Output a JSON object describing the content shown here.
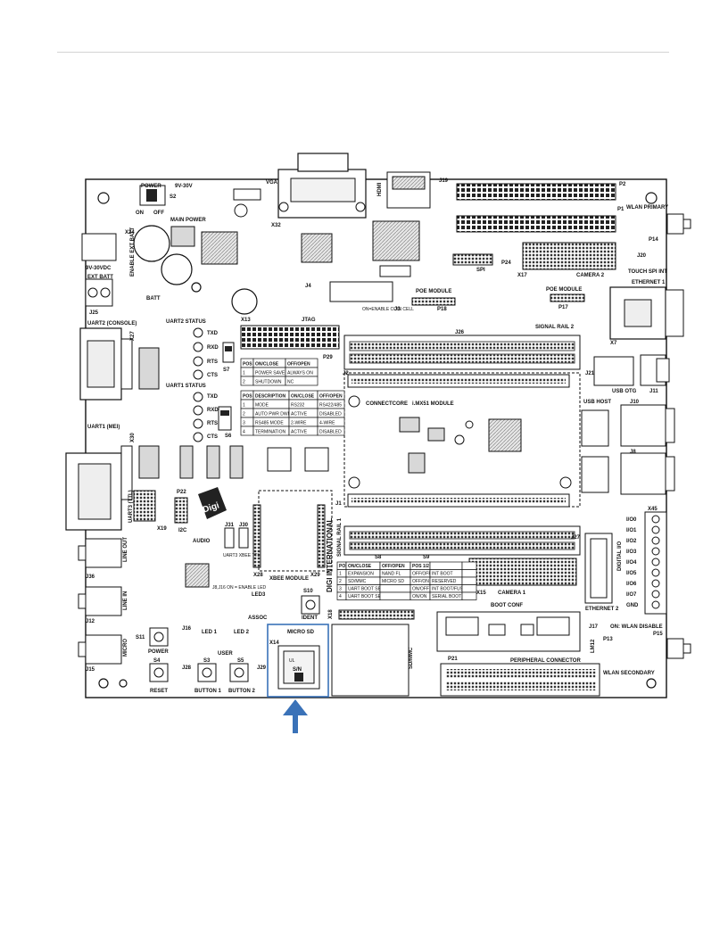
{
  "colors": {
    "board_outline": "#111111",
    "highlight": "#3a72b8",
    "arrow": "#3a72b8",
    "component_fill": "#d8d8d8",
    "slot_fill": "#cfcfcf"
  },
  "callout": {
    "target": "micro-sd-slot",
    "arrow_direction": "up"
  },
  "labels": {
    "power": "POWER",
    "s2": "S2",
    "v9_30": "9V-30V",
    "on": "ON",
    "off": "OFF",
    "main_power": "MAIN POWER",
    "vga": "VGA",
    "hdmi": "HDMI",
    "j19": "J19",
    "p2": "P2",
    "p1": "P1",
    "wlan_primary": "WLAN PRIMARY",
    "p14": "P14",
    "j20": "J20",
    "touch_spi_int": "TOUCH SPI INT",
    "camera2": "CAMERA 2",
    "spi": "SPI",
    "p24": "P24",
    "x17": "X17",
    "x32": "X32",
    "x24": "X24",
    "enable_ext_batt": "ENABLE EXT BATT",
    "v9_30vdc": "9V-30VDC",
    "ext_batt": "EXT BATT",
    "batt": "BATT",
    "j25": "J25",
    "poe_module_left": "POE MODULE",
    "p18": "P18",
    "poe_module_right": "POE MODULE",
    "p17": "P17",
    "ethernet1": "ETHERNET 1",
    "x7": "X7",
    "on_enable_coin_cell": "ON=ENABLE COIN CELL",
    "j3": "J3",
    "jtag": "JTAG",
    "x13": "X13",
    "j4": "J4",
    "j26": "J26",
    "signal_rail_2": "SIGNAL RAIL 2",
    "uart2_console": "UART2 (CONSOLE)",
    "uart2_status": "UART2 STATUS",
    "x27": "X27",
    "txd": "TXD",
    "rxd": "RXD",
    "rts": "RTS",
    "cts": "CTS",
    "s7": "S7",
    "uart1_status": "UART1 STATUS",
    "uart1_mei": "UART1 (MEI)",
    "x30": "X30",
    "s6": "S6",
    "p29": "P29",
    "connectcore": "CONNECTCORE",
    "imx51_module": "i.MX51 MODULE",
    "j2": "J2",
    "j21": "J21",
    "usb_otg": "USB OTG",
    "j11": "J11",
    "usb_host": "USB HOST",
    "j10": "J10",
    "j8": "J8",
    "uart3_ttl": "UART3 (TTL)",
    "x19": "X19",
    "p22": "P22",
    "i2c": "I2C",
    "digi": "Digi",
    "audio": "AUDIO",
    "j31": "J31",
    "j30": "J30",
    "uart3_xbee_ttl": "UART3 XBEE TTL",
    "x28": "X28",
    "xbee_module": "XBEE MODULE",
    "x29": "X29",
    "digi_international": "DIGI INTERNATIONAL",
    "signal_rail_1": "SIGNAL RAIL 1",
    "j1": "J1",
    "j27": "J27",
    "ethernet2": "ETHERNET 2",
    "x45": "X45",
    "digital_io": "DIGITAL I/O",
    "io0": "I/O0",
    "io1": "I/O1",
    "io2": "I/O2",
    "io3": "I/O3",
    "io4": "I/O4",
    "io5": "I/O5",
    "io6": "I/O6",
    "io7": "I/O7",
    "gnd": "GND",
    "j36": "J36",
    "line_out": "LINE OUT",
    "line_in": "LINE IN",
    "j12": "J12",
    "micro": "MICRO",
    "j15": "J15",
    "s11": "S11",
    "power_btn": "POWER",
    "s4": "S4",
    "reset": "RESET",
    "j16": "J16",
    "led1": "LED 1",
    "led2": "LED 2",
    "j28": "J28",
    "user": "USER",
    "s3": "S3",
    "s5": "S5",
    "button1": "BUTTON 1",
    "button2": "BUTTON 2",
    "j28_on_enable_led": "J8,J16 ON = ENABLE LED",
    "assoc": "ASSOC",
    "led3": "LED3",
    "j29": "J29",
    "s10": "S10",
    "ident": "IDENT",
    "micro_sd": "MICRO SD",
    "x14": "X14",
    "ul": "UL",
    "sn": "S/N",
    "sd_mmc": "SD/MMC",
    "x18": "X18",
    "s8": "S8",
    "s9": "S9",
    "x15": "X15",
    "camera1": "CAMERA 1",
    "boot_conf": "BOOT CONF",
    "j17": "J17",
    "on_wlan_disable": "ON: WLAN DISABLE",
    "p13": "P13",
    "p15": "P15",
    "p21": "P21",
    "peripheral_connector": "PERIPHERAL CONNECTOR",
    "wlan_secondary": "WLAN SECONDARY",
    "lm12": "LM12"
  },
  "tables": {
    "s7": {
      "headers": [
        "POS",
        "ON/CLOSE",
        "OFF/OPEN"
      ],
      "rows": [
        [
          "1",
          "POWER SAVE",
          "ALWAYS ON"
        ],
        [
          "2",
          "SHUTDOWN",
          "NC"
        ]
      ]
    },
    "s6": {
      "headers": [
        "POS",
        "DESCRIPTION",
        "ON/CLOSE",
        "OFF/OPEN"
      ],
      "rows": [
        [
          "1",
          "MODE",
          "RS232",
          "RS422/485"
        ],
        [
          "2",
          "AUTO PWR DWN",
          "ACTIVE",
          "DISABLED"
        ],
        [
          "3",
          "RS485 MODE",
          "2-WIRE",
          "4-WIRE"
        ],
        [
          "4",
          "TERMINATION",
          "ACTIVE",
          "DISABLED"
        ]
      ]
    },
    "s8": {
      "headers": [
        "POS",
        "ON/CLOSE",
        "OFF/OPEN"
      ],
      "rows": [
        [
          "1",
          "EXPANSION",
          "NAND FL"
        ],
        [
          "2",
          "SD/MMC",
          "MICRO SD"
        ],
        [
          "3",
          "UART BOOT SELECT",
          ""
        ],
        [
          "4",
          "UART BOOT SELECT",
          ""
        ]
      ]
    },
    "s9": {
      "headers": [
        "POS 1/2",
        "",
        ""
      ],
      "rows": [
        [
          "OFF/OFF",
          "INT BOOT",
          ""
        ],
        [
          "OFF/ON",
          "RESERVED",
          ""
        ],
        [
          "ON/OFF",
          "INT BOOT/FUSE",
          ""
        ],
        [
          "ON/ON",
          "SERIAL BOOT LDR",
          ""
        ]
      ]
    }
  }
}
